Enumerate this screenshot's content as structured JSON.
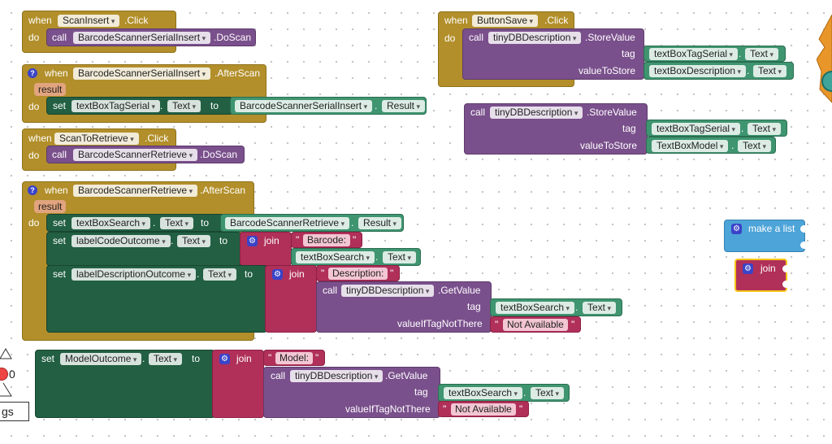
{
  "kw": {
    "when": "when",
    "do": "do",
    "call": "call",
    "set": "set",
    "to": "to",
    "join": "join",
    "tag": "tag",
    "valueToStore": "valueToStore",
    "valueIfTagNotThere": "valueIfTagNotThere",
    "result": "result",
    "dot": ".",
    "quote": "\"",
    "help": "?",
    "make_a_list": "make a list",
    "ev_click": ".Click",
    "ev_afterscan": ".AfterScan",
    "m_doscan": ".DoScan",
    "m_storevalue": ".StoreValue",
    "m_getvalue": ".GetValue"
  },
  "c": {
    "ScanInsert": "ScanInsert",
    "BarcodeScannerSerialInsert": "BarcodeScannerSerialInsert",
    "ScanToRetrieve": "ScanToRetrieve",
    "BarcodeScannerRetrieve": "BarcodeScannerRetrieve",
    "ButtonSave": "ButtonSave",
    "tinyDBDescription": "tinyDBDescription",
    "textBoxTagSerial": "textBoxTagSerial",
    "textBoxDescription": "textBoxDescription",
    "TextBoxModel": "TextBoxModel",
    "textBoxSearch": "textBoxSearch",
    "labelCodeOutcome": "labelCodeOutcome",
    "labelDescriptionOutcome": "labelDescriptionOutcome",
    "ModelOutcome": "ModelOutcome"
  },
  "p": {
    "Text": "Text",
    "Result": "Result"
  },
  "s": {
    "barcode": "Barcode:",
    "description": "Description:",
    "not_available": "Not Available",
    "model": "Model:"
  },
  "side": {
    "warn_count": "0",
    "gs": "gs"
  },
  "colors": {
    "control": "#b28f2a",
    "procedure": "#7a508c",
    "setter": "#225f43",
    "component": "#3f9570",
    "text": "#b0305a",
    "list": "#4da4d8"
  }
}
